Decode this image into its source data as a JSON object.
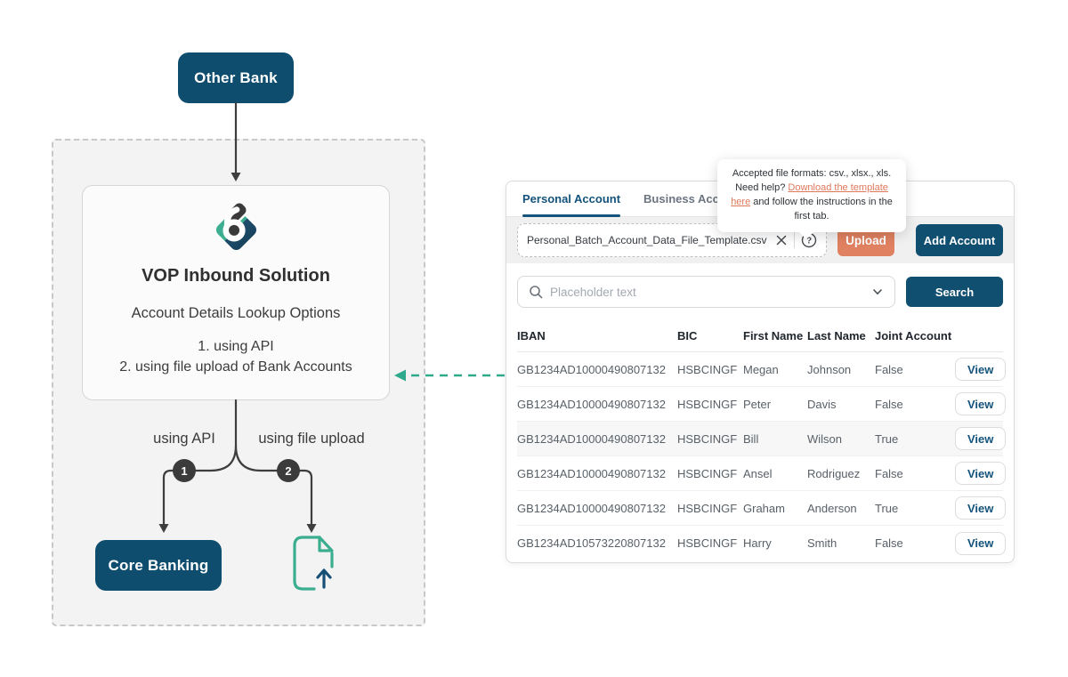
{
  "diagram": {
    "other_bank_label": "Other Bank",
    "vop_card": {
      "title": "VOP Inbound Solution",
      "subtitle": "Account Details Lookup Options",
      "option_1": "1. using API",
      "option_2": "2. using file upload of Bank Accounts"
    },
    "branch_api": {
      "label": "using API",
      "badge": "1"
    },
    "branch_file": {
      "label": "using file upload",
      "badge": "2"
    },
    "core_banking_label": "Core Banking"
  },
  "panel": {
    "tabs": {
      "personal": "Personal Account",
      "business": "Business Account"
    },
    "tooltip": {
      "prefix": "Accepted file formats: csv., xlsx., xls. Need help? ",
      "link_text": "Download the template here",
      "suffix": " and follow the instructions in the first tab."
    },
    "upload": {
      "filename": "Personal_Batch_Account_Data_File_Template.csv",
      "upload_label": "Upload",
      "add_account_label": "Add Account"
    },
    "search": {
      "placeholder": "Placeholder text",
      "button_label": "Search"
    },
    "table": {
      "headers": [
        "IBAN",
        "BIC",
        "First Name",
        "Last Name",
        "Joint Account"
      ],
      "view_label": "View",
      "rows": [
        {
          "iban": "GB1234AD10000490807132",
          "bic": "HSBCINGF",
          "first_name": "Megan",
          "last_name": "Johnson",
          "joint": "False",
          "highlight": false
        },
        {
          "iban": "GB1234AD10000490807132",
          "bic": "HSBCINGF",
          "first_name": "Peter",
          "last_name": "Davis",
          "joint": "False",
          "highlight": false
        },
        {
          "iban": "GB1234AD10000490807132",
          "bic": "HSBCINGF",
          "first_name": "Bill",
          "last_name": "Wilson",
          "joint": "True",
          "highlight": true
        },
        {
          "iban": "GB1234AD10000490807132",
          "bic": "HSBCINGF",
          "first_name": "Ansel",
          "last_name": "Rodriguez",
          "joint": "False",
          "highlight": false
        },
        {
          "iban": "GB1234AD10000490807132",
          "bic": "HSBCINGF",
          "first_name": "Graham",
          "last_name": "Anderson",
          "joint": "True",
          "highlight": false
        },
        {
          "iban": "GB1234AD10573220807132",
          "bic": "HSBCINGF",
          "first_name": "Harry",
          "last_name": "Smith",
          "joint": "False",
          "highlight": false
        }
      ]
    }
  },
  "colors": {
    "navy": "#114F70",
    "navy_node": "#0E4D6E",
    "salmon": "#E08161",
    "teal": "#34AD8F",
    "charcoal": "#3B3B3B",
    "tab_active": "#14537C"
  }
}
